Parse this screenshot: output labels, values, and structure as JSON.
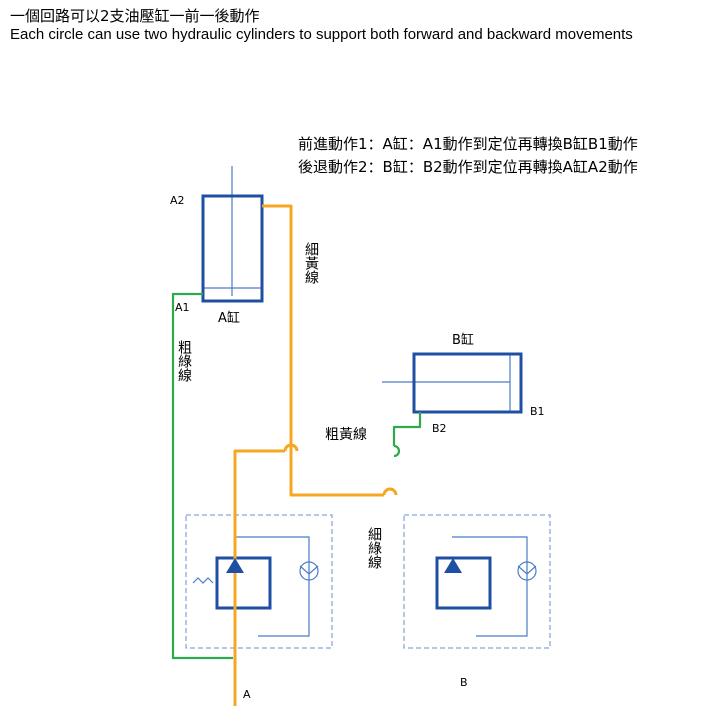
{
  "header": {
    "title_zh": "一個回路可以2支油壓缸一前一後動作",
    "title_en": "Each circle can use two hydraulic cylinders to support both forward and backward movements"
  },
  "diagram": {
    "notes": [
      "前進動作1：A缸：A1動作到定位再轉換B缸B1動作",
      "後退動作2：B缸：B2動作到定位再轉換A缸A2動作"
    ],
    "labels": {
      "port_a2": "A2",
      "port_a1": "A1",
      "cyl_a": "A缸",
      "cyl_b": "B缸",
      "port_b1": "B1",
      "port_b2": "B2",
      "thin_yellow": "細黃線",
      "thick_green": "粗綠線",
      "thick_yellow": "粗黃線",
      "thin_green": "細綠線",
      "inlet_a": "A",
      "inlet_b": "B"
    },
    "colors": {
      "orange": "#f5a623",
      "green": "#2faa4a",
      "blue": "#1f4fa3",
      "light_blue": "#4a7cc7",
      "dash_blue": "#6b8fd0"
    }
  }
}
